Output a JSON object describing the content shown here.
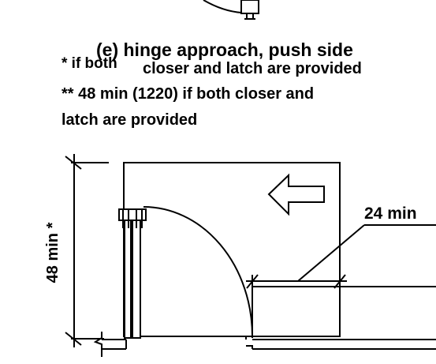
{
  "diagram": {
    "caption_title": "(e) hinge approach, push side",
    "note_1_prefix": "* if both",
    "note_1_rest": "closer and latch are provided",
    "note_2_line1": "** 48 min (1220) if both closer and",
    "note_2_line2": "latch are provided",
    "dim_depth": "48 min *",
    "dim_latch_side": "24 min",
    "colors": {
      "ink": "#000000",
      "background": "#ffffff"
    }
  }
}
